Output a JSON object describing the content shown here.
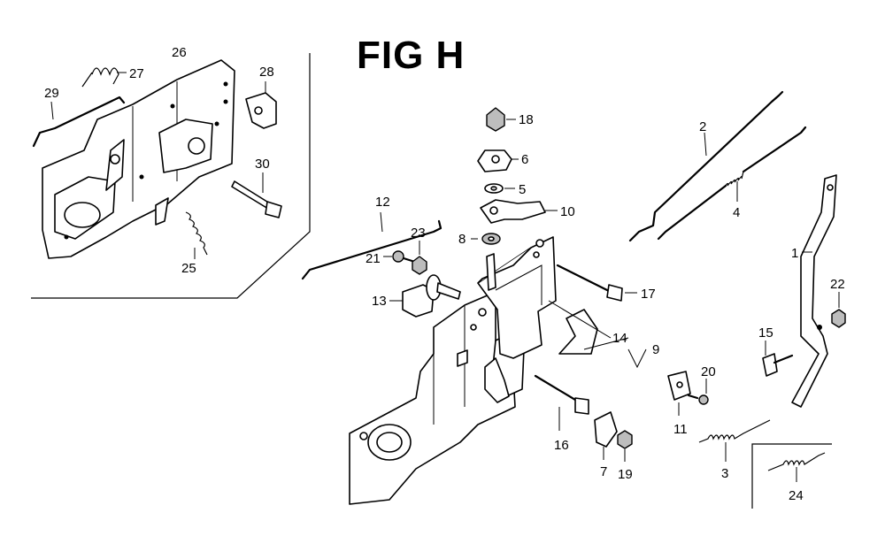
{
  "figure": {
    "title": "FIG H"
  },
  "callouts": [
    {
      "id": "c1",
      "text": "1"
    },
    {
      "id": "c2",
      "text": "2"
    },
    {
      "id": "c3",
      "text": "3"
    },
    {
      "id": "c4",
      "text": "4"
    },
    {
      "id": "c5",
      "text": "5"
    },
    {
      "id": "c6",
      "text": "6"
    },
    {
      "id": "c7",
      "text": "7"
    },
    {
      "id": "c8",
      "text": "8"
    },
    {
      "id": "c9",
      "text": "9"
    },
    {
      "id": "c10",
      "text": "10"
    },
    {
      "id": "c11",
      "text": "11"
    },
    {
      "id": "c12",
      "text": "12"
    },
    {
      "id": "c13",
      "text": "13"
    },
    {
      "id": "c14",
      "text": "14"
    },
    {
      "id": "c15",
      "text": "15"
    },
    {
      "id": "c16",
      "text": "16"
    },
    {
      "id": "c17",
      "text": "17"
    },
    {
      "id": "c18",
      "text": "18"
    },
    {
      "id": "c19",
      "text": "19"
    },
    {
      "id": "c20",
      "text": "20"
    },
    {
      "id": "c21",
      "text": "21"
    },
    {
      "id": "c22",
      "text": "22"
    },
    {
      "id": "c23",
      "text": "23"
    },
    {
      "id": "c24",
      "text": "24"
    },
    {
      "id": "c25",
      "text": "25"
    },
    {
      "id": "c26",
      "text": "26"
    },
    {
      "id": "c27",
      "text": "27"
    },
    {
      "id": "c28",
      "text": "28"
    },
    {
      "id": "c29",
      "text": "29"
    },
    {
      "id": "c30",
      "text": "30"
    }
  ]
}
